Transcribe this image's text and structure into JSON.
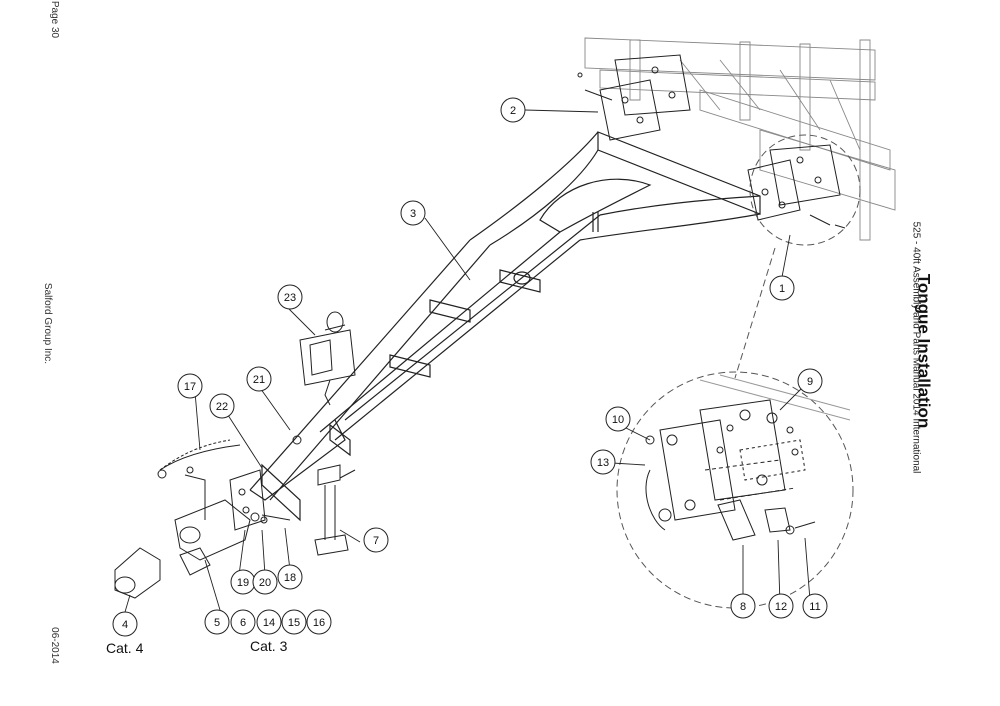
{
  "margins": {
    "page_number": "Page 30",
    "company": "Salford Group Inc.",
    "date": "06-2014"
  },
  "header": {
    "manual_title": "525 - 40ft Assembly and Parts Manual 2014 International",
    "section_title": "Tongue Installation"
  },
  "labels": {
    "cat4": "Cat. 4",
    "cat3": "Cat. 3"
  },
  "callouts": [
    {
      "id": "callout-1",
      "text": "1"
    },
    {
      "id": "callout-2",
      "text": "2"
    },
    {
      "id": "callout-3",
      "text": "3"
    },
    {
      "id": "callout-4",
      "text": "4"
    },
    {
      "id": "callout-5",
      "text": "5"
    },
    {
      "id": "callout-6",
      "text": "6"
    },
    {
      "id": "callout-7",
      "text": "7"
    },
    {
      "id": "callout-8",
      "text": "8"
    },
    {
      "id": "callout-9",
      "text": "9"
    },
    {
      "id": "callout-10",
      "text": "10"
    },
    {
      "id": "callout-11",
      "text": "11"
    },
    {
      "id": "callout-12",
      "text": "12"
    },
    {
      "id": "callout-13",
      "text": "13"
    },
    {
      "id": "callout-14",
      "text": "14"
    },
    {
      "id": "callout-15",
      "text": "15"
    },
    {
      "id": "callout-16",
      "text": "16"
    },
    {
      "id": "callout-17",
      "text": "17"
    },
    {
      "id": "callout-18",
      "text": "18"
    },
    {
      "id": "callout-19",
      "text": "19"
    },
    {
      "id": "callout-20",
      "text": "20"
    },
    {
      "id": "callout-21",
      "text": "21"
    },
    {
      "id": "callout-22",
      "text": "22"
    },
    {
      "id": "callout-23",
      "text": "23"
    }
  ]
}
